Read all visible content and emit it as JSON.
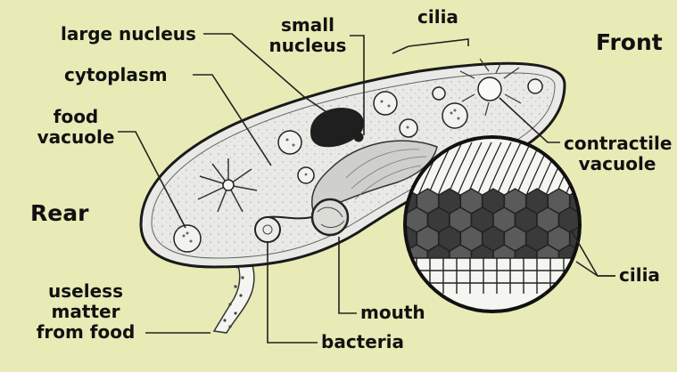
{
  "colors": {
    "background": "#e8ebb6",
    "cell_fill": "#e9eae6",
    "outline": "#1a1a1a",
    "nucleus": "#1f1f1f"
  },
  "labels": {
    "large_nucleus": "large nucleus",
    "small_nucleus_1": "small",
    "small_nucleus_2": "nucleus",
    "cilia_top": "cilia",
    "front": "Front",
    "cytoplasm": "cytoplasm",
    "food_vacuole_1": "food",
    "food_vacuole_2": "vacuole",
    "contractile_vacuole_1": "contractile",
    "contractile_vacuole_2": "vacuole",
    "rear": "Rear",
    "cilia_right": "cilia",
    "useless_1": "useless",
    "useless_2": "matter",
    "useless_3": "from food",
    "mouth": "mouth",
    "bacteria": "bacteria"
  }
}
